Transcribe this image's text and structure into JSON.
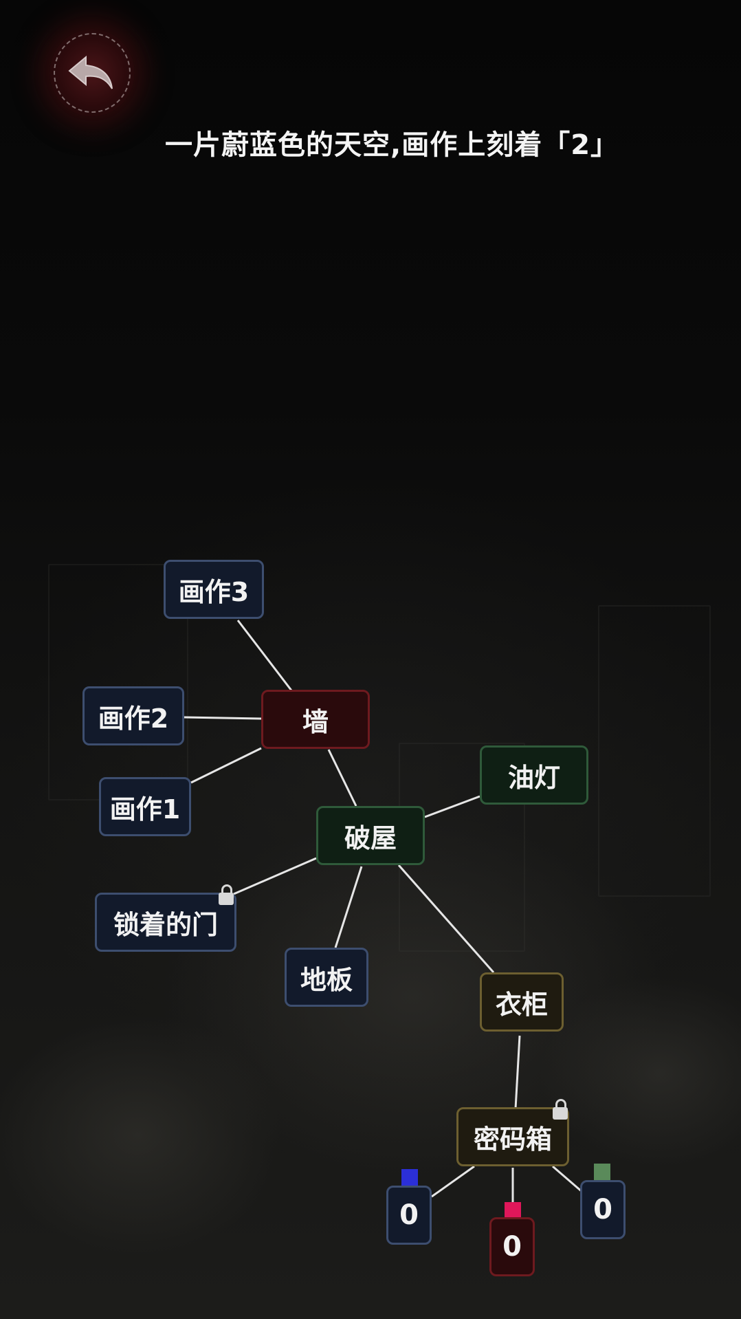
{
  "hint_text": "一片蔚蓝色的天空,画作上刻着「2」",
  "nodes": {
    "painting3": "画作3",
    "painting2": "画作2",
    "painting1": "画作1",
    "wall": "墙",
    "oil_lamp": "油灯",
    "ruined_house": "破屋",
    "locked_door": "锁着的门",
    "floor": "地板",
    "wardrobe": "衣柜",
    "combo_box": "密码箱"
  },
  "combo_digits": {
    "blue": "0",
    "red": "0",
    "green": "0"
  },
  "colors": {
    "blue_swatch": "#2b2fd8",
    "red_swatch": "#e0175a",
    "green_swatch": "#5a8a5a",
    "back_glow": "#4a1518"
  },
  "icons": {
    "back": "back-arrow-icon",
    "lock": "padlock-icon"
  }
}
